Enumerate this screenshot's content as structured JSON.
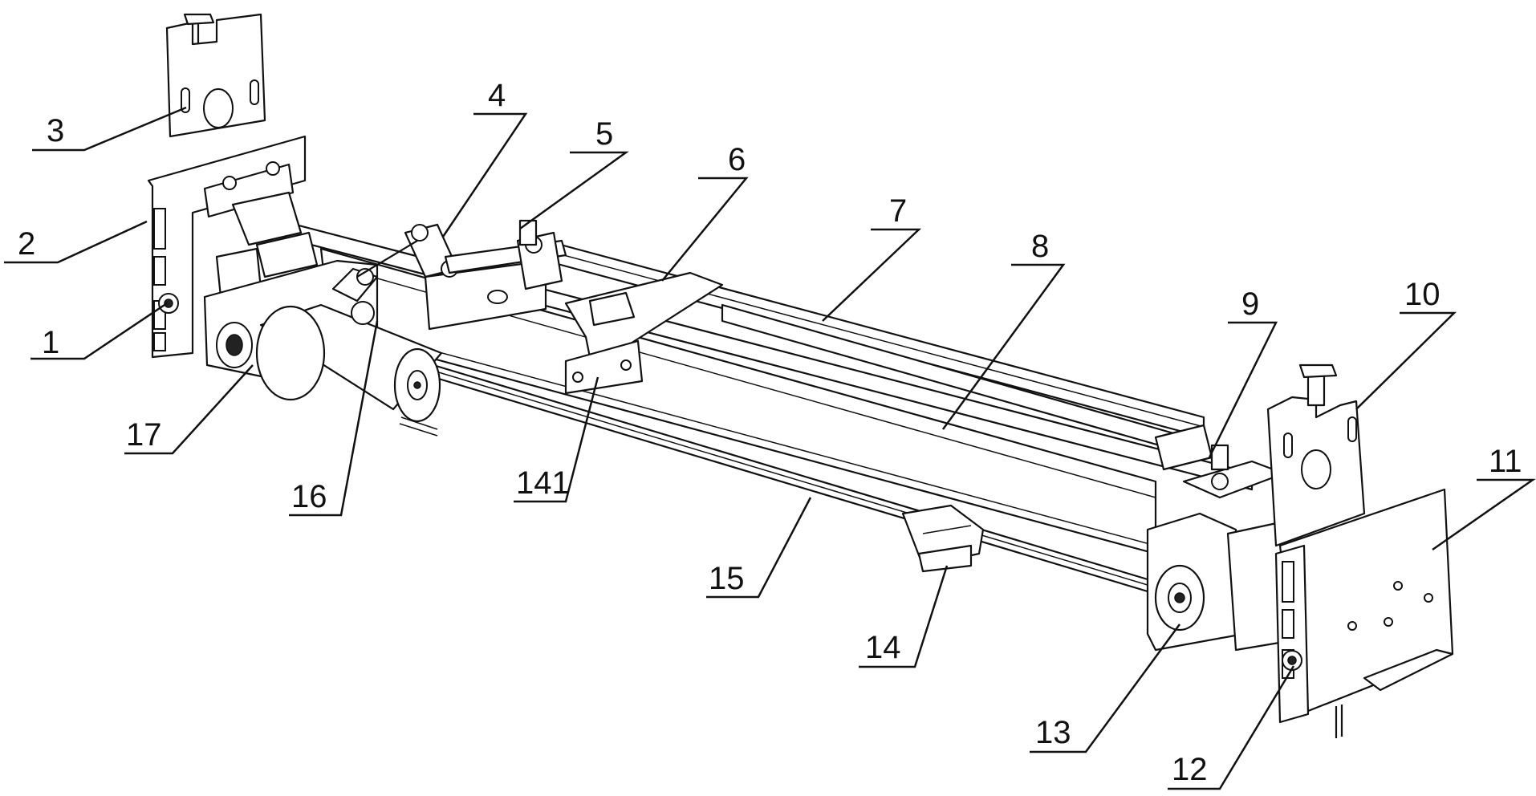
{
  "labels": {
    "l1": "1",
    "l2": "2",
    "l3": "3",
    "l4": "4",
    "l5": "5",
    "l6": "6",
    "l7": "7",
    "l8": "8",
    "l9": "9",
    "l10": "10",
    "l11": "11",
    "l12": "12",
    "l13": "13",
    "l14": "14",
    "l141": "141",
    "l15": "15",
    "l16": "16",
    "l17": "17"
  }
}
